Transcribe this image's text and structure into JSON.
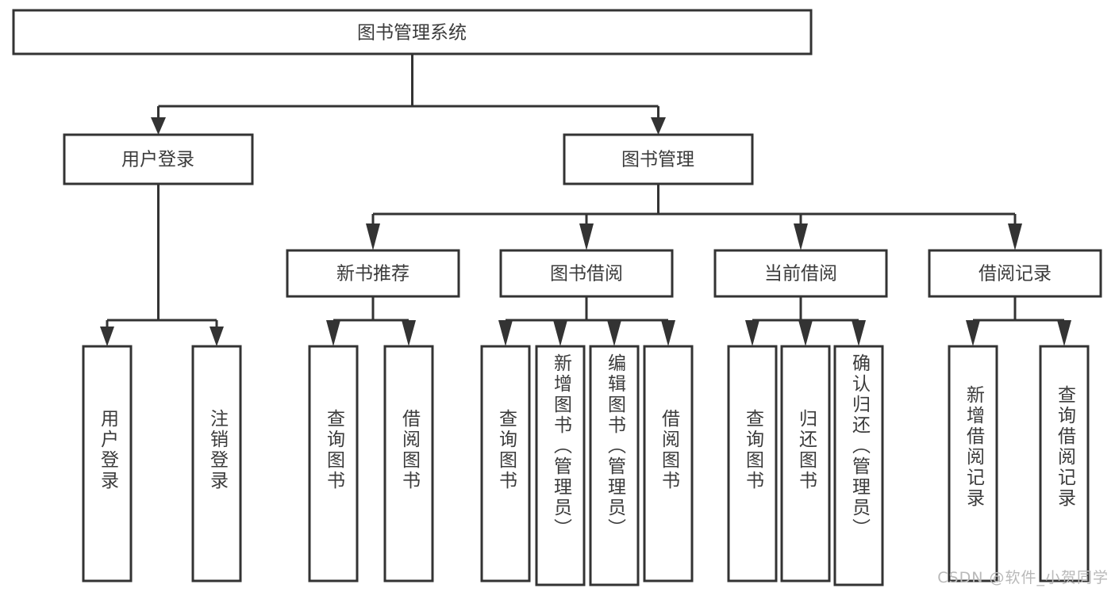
{
  "diagram": {
    "type": "tree",
    "title": "图书管理系统",
    "colors": {
      "box_stroke": "#333333",
      "box_fill": "#ffffff",
      "text": "#3b3b3b",
      "connector": "#333333",
      "watermark": "#b9b9b9"
    },
    "root": {
      "label": "图书管理系统",
      "orientation": "horizontal"
    },
    "level2": [
      {
        "label": "用户登录",
        "orientation": "horizontal"
      },
      {
        "label": "图书管理",
        "orientation": "horizontal"
      }
    ],
    "level3": [
      {
        "label": "新书推荐",
        "orientation": "horizontal"
      },
      {
        "label": "图书借阅",
        "orientation": "horizontal"
      },
      {
        "label": "当前借阅",
        "orientation": "horizontal"
      },
      {
        "label": "借阅记录",
        "orientation": "horizontal"
      }
    ],
    "leaves": {
      "user_login": [
        {
          "label": "用户登录",
          "orientation": "vertical"
        },
        {
          "label": "注销登录",
          "orientation": "vertical"
        }
      ],
      "new_book_recommend": [
        {
          "label": "查询图书",
          "orientation": "vertical"
        },
        {
          "label": "借阅图书",
          "orientation": "vertical"
        }
      ],
      "book_borrow": [
        {
          "label": "查询图书",
          "orientation": "vertical"
        },
        {
          "label": "新增图书（管理员）",
          "orientation": "vertical"
        },
        {
          "label": "编辑图书（管理员）",
          "orientation": "vertical"
        },
        {
          "label": "借阅图书",
          "orientation": "vertical"
        }
      ],
      "current_borrow": [
        {
          "label": "查询图书",
          "orientation": "vertical"
        },
        {
          "label": "归还图书",
          "orientation": "vertical"
        },
        {
          "label": "确认归还（管理员）",
          "orientation": "vertical"
        }
      ],
      "borrow_record": [
        {
          "label": "新增借阅记录",
          "orientation": "vertical"
        },
        {
          "label": "查询借阅记录",
          "orientation": "vertical"
        }
      ]
    },
    "watermark": "CSDN @软件_小贺同学"
  }
}
